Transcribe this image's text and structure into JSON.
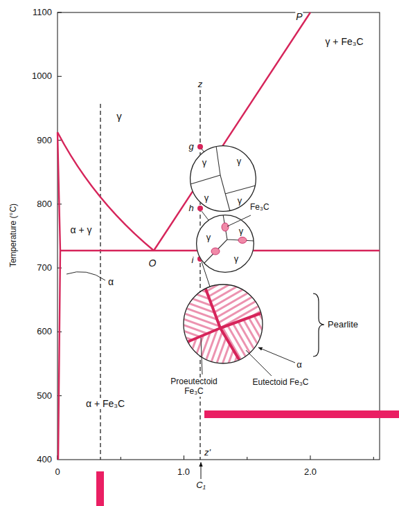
{
  "diagram": {
    "nodes": [
      {
        "text": [
          "γ",
          "γ",
          "γ",
          "γ"
        ]
      },
      {
        "text": [
          "γ",
          "γ",
          "γ"
        ]
      }
    ],
    "labels": [
      "1100",
      "1000",
      "900",
      "800",
      "700",
      "600",
      "500",
      "400",
      "0",
      "1.0",
      "2.0",
      "Temperature (°C)",
      "γ",
      "γ + Fe₃C",
      "α + γ",
      "α",
      "α + Fe₃C",
      "O",
      "P",
      "z",
      "z'",
      "g",
      "h",
      "i",
      "C₁",
      "Fe₃C",
      "Pearlite",
      "Proeutectoid Fe₃C",
      "Eutectoid Fe₃C",
      "α"
    ]
  }
}
